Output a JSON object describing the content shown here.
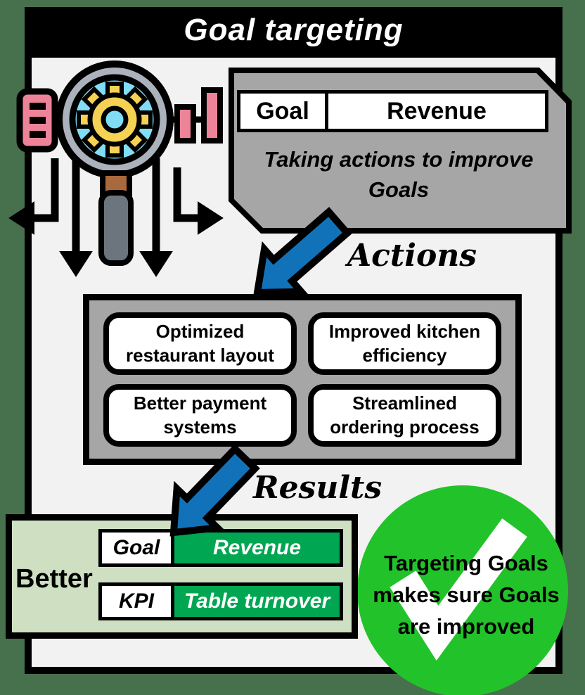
{
  "title": "Goal targeting",
  "goal_box": {
    "table": {
      "key": "Goal",
      "value": "Revenue"
    },
    "caption_lines": [
      "Taking actions to improve",
      "Goals"
    ]
  },
  "flow": {
    "actions_label": "Actions",
    "results_label": "Results"
  },
  "actions_box": {
    "items": [
      "Optimized restaurant layout",
      "Improved kitchen efficiency",
      "Better payment systems",
      "Streamlined ordering process"
    ]
  },
  "results_box": {
    "label": "Better",
    "rows": [
      {
        "key": "Goal",
        "value": "Revenue"
      },
      {
        "key": "KPI",
        "value": "Table turnover"
      }
    ]
  },
  "badge": {
    "lines": [
      "Targeting Goals",
      "makes sure Goals",
      "are improved"
    ]
  },
  "icons": {
    "illustration": "magnifier-gear-analysis-icon",
    "badge": "check-circle-icon",
    "arrow": "blue-down-left-arrow-icon"
  },
  "colors": {
    "background": "#47704d",
    "panel": "#f2f2f2",
    "gray_box": "#a6a6a6",
    "arrow_blue": "#1272b9",
    "result_green": "#00a651",
    "result_box_bg": "#cfe0c2",
    "badge_green": "#22c32a",
    "icon_pink": "#ed8399",
    "icon_cyan": "#7fdef5",
    "icon_yellow": "#f6d254"
  }
}
